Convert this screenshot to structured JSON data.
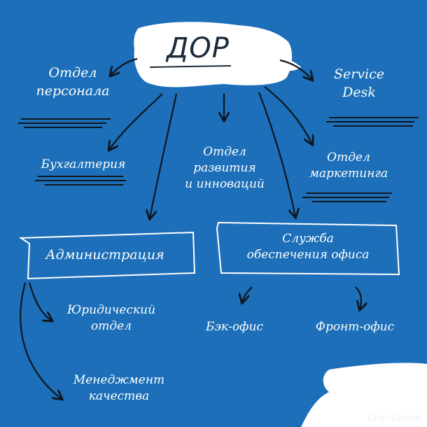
{
  "diagram": {
    "root": "ДОР",
    "nodes": {
      "personnel": "Отдел\nперсонала",
      "service_desk": "Service\nDesk",
      "accounting": "Бухгалтерия",
      "development": "Отдел\nразвития\nи инноваций",
      "marketing": "Отдел\nмаркетинга",
      "administration": "Администрация",
      "office_service": "Служба\nобеспечения офиса",
      "legal": "Юридический\nотдел",
      "quality": "Менеджмент\nкачества",
      "back_office": "Бэк-офис",
      "front_office": "Фронт-офис"
    }
  },
  "brand": "СофтБаланс",
  "colors": {
    "background": "#1c6fb8",
    "ink": "#1b2a3a",
    "text": "#ffffff"
  }
}
